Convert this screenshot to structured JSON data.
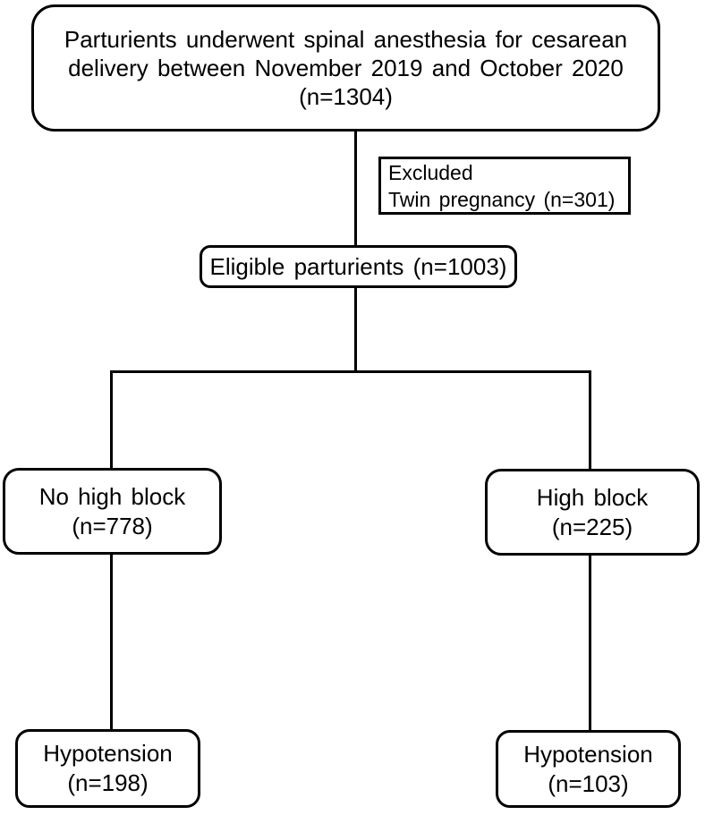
{
  "figure": {
    "background_color": "#ffffff",
    "line_color": "#000000",
    "text_color": "#000000",
    "nodes": {
      "enrollment": {
        "line1": "Parturients underwent spinal anesthesia for cesarean",
        "line2": "delivery between November 2019 and October 2020",
        "line3": "(n=1304)",
        "n": 1304
      },
      "excluded": {
        "line1": "Excluded",
        "line2": "Twin pregnancy (n=301)",
        "n": 301
      },
      "eligible": {
        "line1": "Eligible parturients (n=1003)",
        "n": 1003
      },
      "no_high_block": {
        "line1": "No high block",
        "line2": "(n=778)",
        "n": 778
      },
      "high_block": {
        "line1": "High block",
        "line2": "(n=225)",
        "n": 225
      },
      "hypotension_no_high_block": {
        "line1": "Hypotension",
        "line2": "(n=198)",
        "n": 198
      },
      "hypotension_high_block": {
        "line1": "Hypotension",
        "line2": "(n=103)",
        "n": 103
      }
    }
  }
}
